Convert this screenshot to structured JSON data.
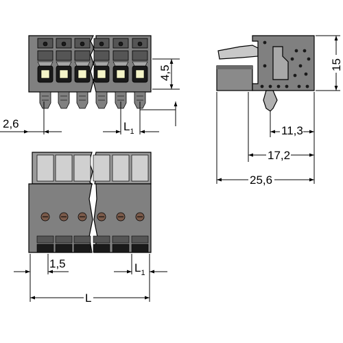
{
  "drawing": {
    "colors": {
      "housing": "#808080",
      "housing_dark": "#555555",
      "housing_light": "#a6a6a6",
      "latch_light": "#d0d0d0",
      "window": "#1a1a1a",
      "window_light": "#f4f4c8",
      "line": "#000000",
      "background": "#ffffff"
    },
    "dimensions": {
      "pitch_offset": "2,6",
      "pin_width": "1,5",
      "height_opening": "4,5",
      "pitch_top_symbol": "L",
      "pitch_top_index": "1",
      "pitch_bottom_symbol": "L",
      "pitch_bottom_index": "1",
      "overall_length": "L",
      "side_height": "15",
      "side_depth_1": "11,3",
      "side_depth_2": "17,2",
      "side_depth_3": "25,6"
    }
  }
}
